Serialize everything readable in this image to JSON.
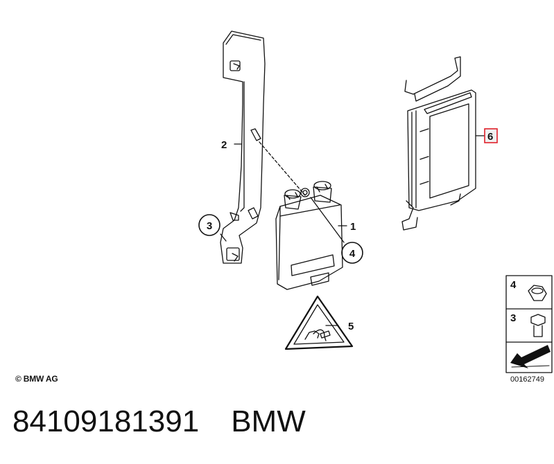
{
  "diagram": {
    "callouts": [
      {
        "id": "callout-1",
        "text": "1"
      },
      {
        "id": "callout-2",
        "text": "2"
      },
      {
        "id": "callout-3",
        "text": "3"
      },
      {
        "id": "callout-4",
        "text": "4"
      },
      {
        "id": "callout-5",
        "text": "5"
      },
      {
        "id": "callout-6",
        "text": "6"
      }
    ],
    "legend": [
      {
        "text": "4"
      },
      {
        "text": "3"
      }
    ],
    "highlight_color": "#e0202a",
    "copyright": "© BMW AG",
    "diagram_number": "00162749"
  },
  "footer": {
    "part_number": "84109181391",
    "brand": "BMW"
  }
}
